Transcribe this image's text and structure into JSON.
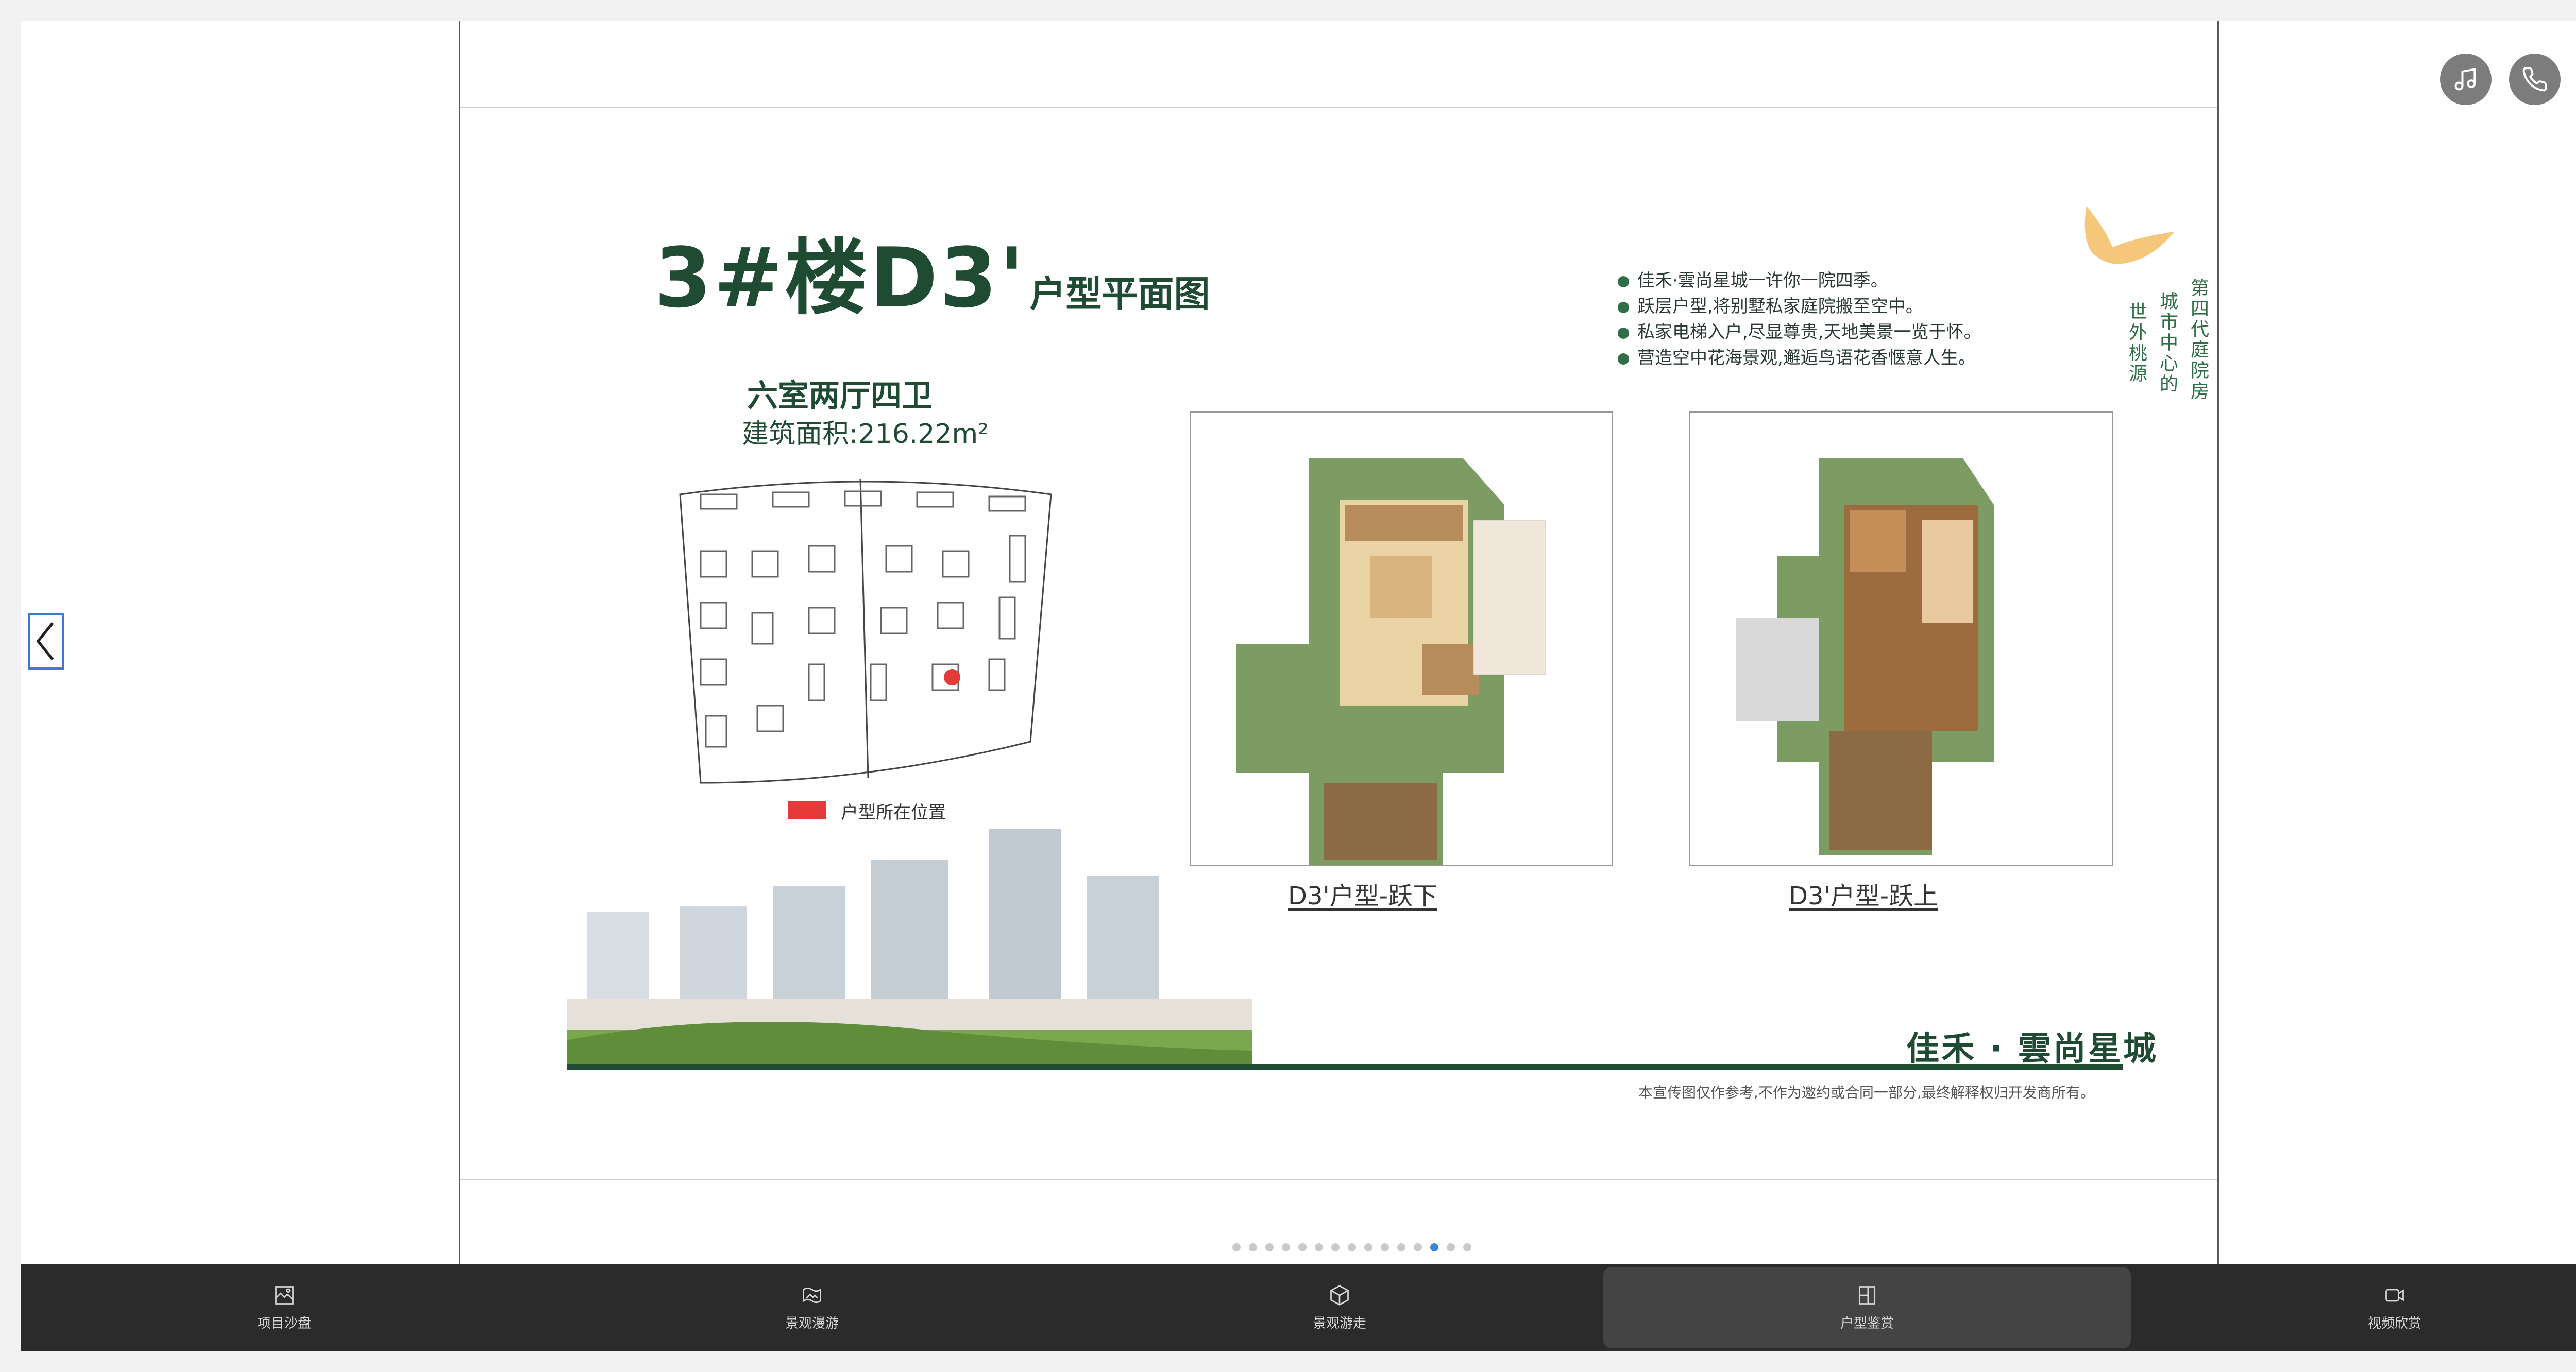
{
  "top_icons": [
    {
      "name": "music-icon"
    },
    {
      "name": "phone-icon"
    },
    {
      "name": "navigation-icon"
    }
  ],
  "poster": {
    "title_main": "3#楼D3'",
    "title_sub": "户型平面图",
    "room_type": "六室两厅四卫",
    "area": "建筑面积:216.22m²",
    "legend": "户型所在位置",
    "bullets": [
      "佳禾·雲尚星城一许你一院四季。",
      "跃层户型,将别墅私家庭院搬至空中。",
      "私家电梯入户,尽显尊贵,天地美景一览于怀。",
      "营造空中花海景观,邂逅鸟语花香惬意人生。"
    ],
    "vertical_1": "第四代庭院房",
    "vertical_2": "城市中心的",
    "vertical_3": "世外桃源",
    "plan_lower_caption": "D3'户型-跃下",
    "plan_upper_caption": "D3'户型-跃上",
    "brand": "佳禾 · 雲尚星城",
    "disclaimer": "本宣传图仅作参考,不作为邀约或合同一部分,最终解释权归开发商所有。"
  },
  "pager": {
    "count": 15,
    "active_index": 12
  },
  "tabs": [
    {
      "label": "项目沙盘",
      "icon": "map-icon",
      "active": false
    },
    {
      "label": "景观漫游",
      "icon": "landscape-icon",
      "active": false
    },
    {
      "label": "景观游走",
      "icon": "cube-icon",
      "active": false
    },
    {
      "label": "户型鉴赏",
      "icon": "floorplan-icon",
      "active": true
    },
    {
      "label": "视频欣赏",
      "icon": "video-icon",
      "active": false
    }
  ],
  "colors": {
    "brand_green": "#1f4b33",
    "accent_blue": "#3a86d8",
    "tabbar_bg": "#2b2b2b",
    "legend_red": "#e53a3a"
  }
}
